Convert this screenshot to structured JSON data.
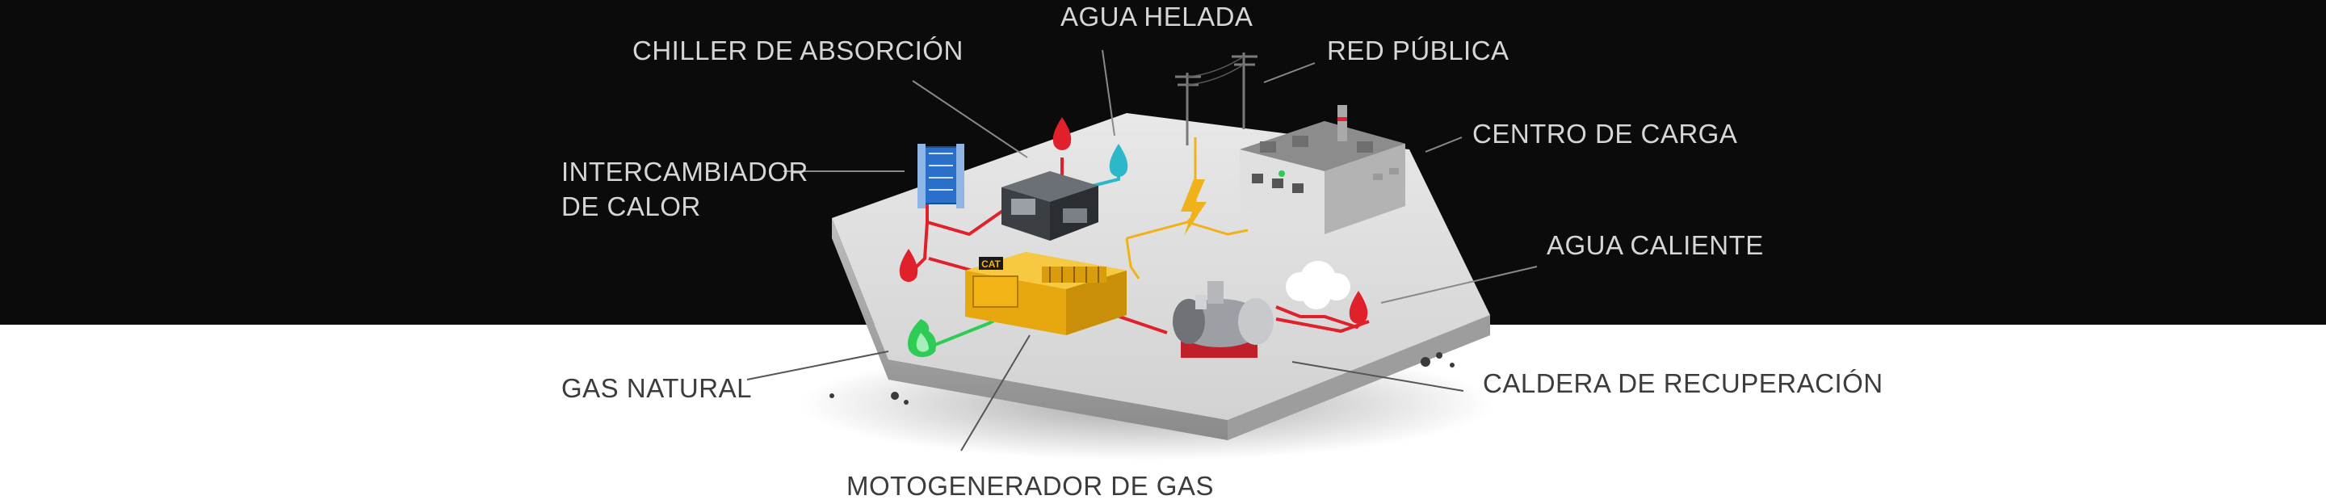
{
  "colors": {
    "top_band": "#0b0b0b",
    "bottom_band": "#ffffff",
    "hot_line": "#e0202a",
    "cold_line": "#2bb8c8",
    "power_line": "#f0b21a",
    "gas_line": "#2ecc55",
    "engine_yellow": "#f2b316"
  },
  "labels": {
    "chiller": "CHILLER DE ABSORCIÓN",
    "chilled_water": "AGUA HELADA",
    "grid": "RED PÚBLICA",
    "load_center": "CENTRO DE CARGA",
    "heat_exchanger_1": "INTERCAMBIADOR",
    "heat_exchanger_2": "DE CALOR",
    "hot_water": "AGUA CALIENTE",
    "natural_gas": "GAS NATURAL",
    "recovery_boiler": "CALDERA DE RECUPERACIÓN",
    "gas_genset": "MOTOGENERADOR DE GAS"
  },
  "icons": {
    "heat_exchanger": "heat-exchanger-icon",
    "chiller": "chiller-icon",
    "engine": "gas-engine-icon",
    "boiler": "boiler-icon",
    "building": "factory-building-icon",
    "power_pole": "power-pole-icon",
    "lightning": "lightning-bolt-icon",
    "water_drop": "water-drop-icon",
    "gas_flame": "gas-flame-icon",
    "steam": "steam-cloud-icon"
  },
  "engine_badge": "CAT"
}
